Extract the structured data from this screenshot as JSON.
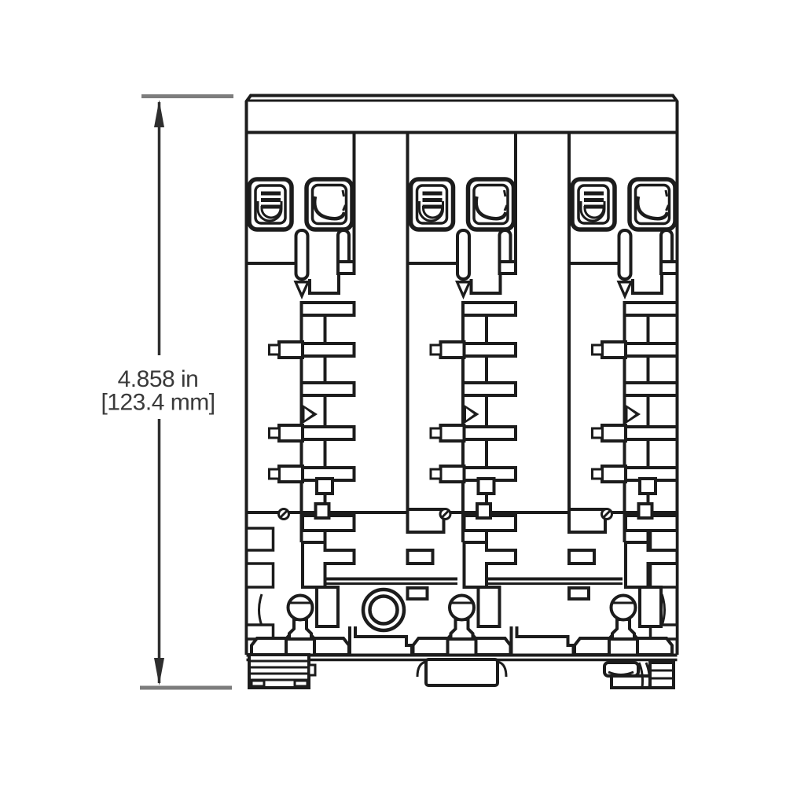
{
  "dimension_annotation": {
    "value_inches": "4.858 in",
    "value_millimeters": "[123.4 mm]"
  },
  "drawing": {
    "pole_count": 3,
    "large_mounting_hole": 1,
    "mounting_pins": 3
  },
  "colors": {
    "drawing_line": "#1c1c1c",
    "dimension_line": "#2e2e2e",
    "extension_line": "#7d7d7d",
    "label_text": "#3a3a3a",
    "background": "#ffffff"
  }
}
